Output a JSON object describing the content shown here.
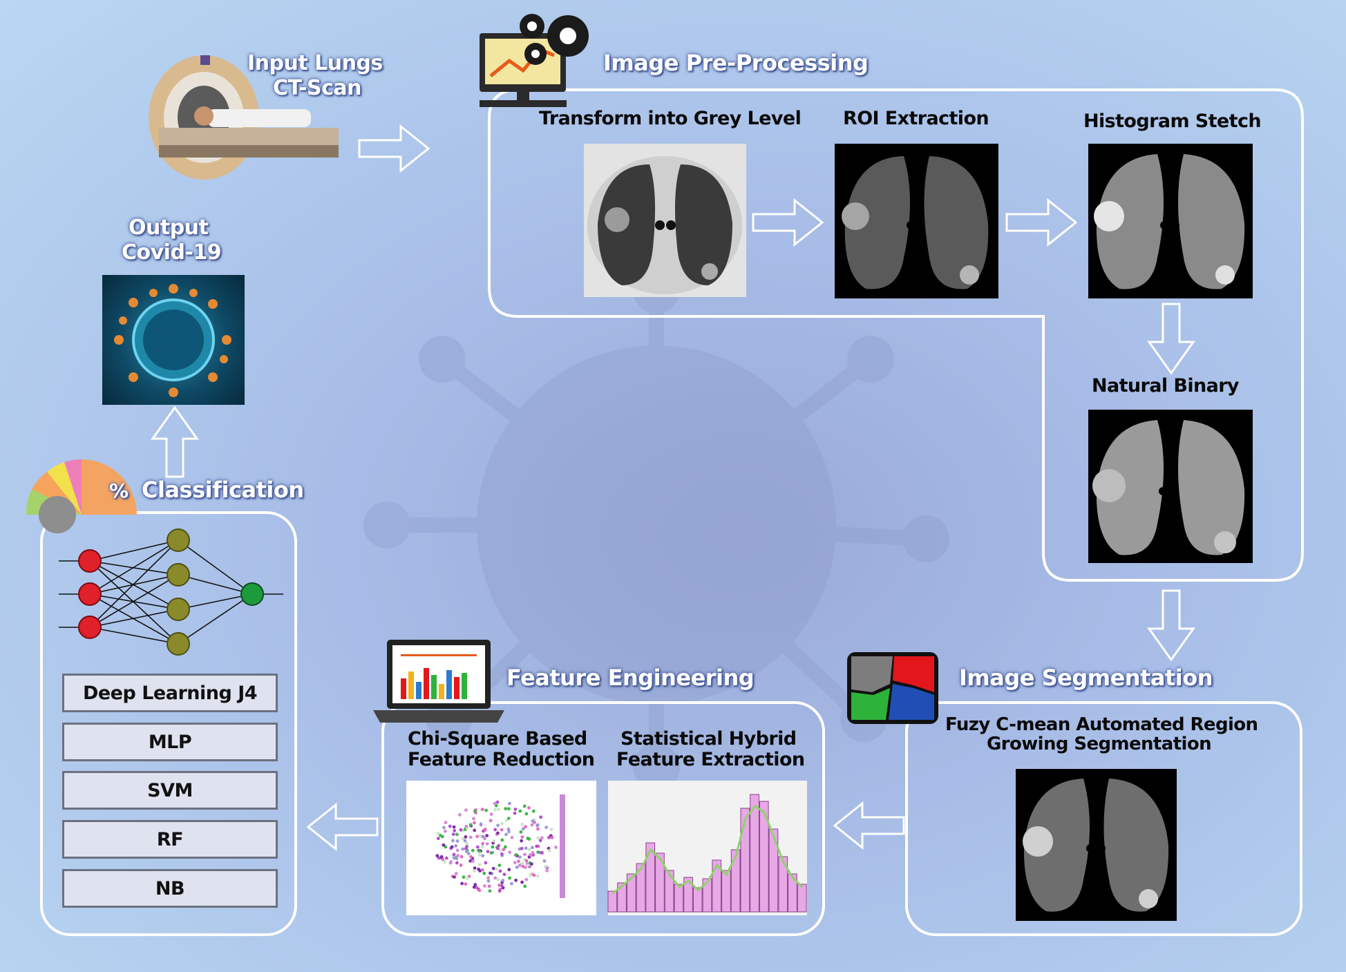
{
  "labels": {
    "input": [
      "Input Lungs",
      "CT-Scan"
    ],
    "preprocessing": "Image Pre-Processing",
    "grey": "Transform into Grey Level",
    "roi": "ROI Extraction",
    "histogram": "Histogram Stetch",
    "binary": "Natural Binary",
    "output": [
      "Output",
      "Covid-19"
    ],
    "classification": "Classification",
    "feature_engineering": "Feature Engineering",
    "segmentation": "Image Segmentation",
    "fuzzy": [
      "Fuzy C-mean Automated Region",
      "Growing Segmentation"
    ],
    "chi": [
      "Chi-Square Based",
      "Feature Reduction"
    ],
    "stat": [
      "Statistical Hybrid",
      "Feature Extraction"
    ],
    "percent": "%"
  },
  "models": [
    "Deep Learning J4",
    "MLP",
    "SVM",
    "RF",
    "NB"
  ],
  "colors": {
    "panel_border": "#ffffff",
    "arrow": "#ffffff",
    "neuron_input": "#e0202a",
    "neuron_hidden": "#8a8a2a",
    "neuron_output": "#1d9a3c",
    "seg_red": "#e3161c",
    "seg_green": "#2eb33a",
    "seg_blue": "#1f4fb5",
    "seg_grey": "#7d7d7d",
    "histogram_bar": "#e7a8e6",
    "histogram_line": "#8fd16a"
  }
}
